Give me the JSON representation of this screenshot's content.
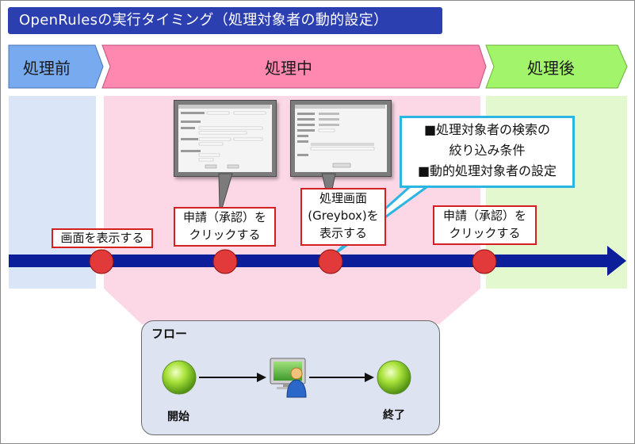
{
  "title": "OpenRulesの実行タイミング（処理対象者の動的設定）",
  "phases": {
    "before": "処理前",
    "during": "処理中",
    "after": "処理後"
  },
  "colors": {
    "title_bg": "#2b3fb0",
    "phase_before": "#78aaf0",
    "phase_during": "#ff88b0",
    "phase_after": "#a2f56a",
    "timeline": "#0d1e9a",
    "milestone": "#e23a3a",
    "callout_border": "#d42020",
    "info_border": "#2bb5e3"
  },
  "callouts": {
    "show_screen": "画面を表示する",
    "apply_click_1": [
      "申請（承認）を",
      "クリックする"
    ],
    "greybox": [
      "処理画面",
      "(Greybox)を",
      "表示する"
    ],
    "apply_click_2": [
      "申請（承認）を",
      "クリックする"
    ]
  },
  "info_box": {
    "lines": [
      "■処理対象者の検索の",
      "絞り込み条件",
      "■動的処理対象者の設定"
    ]
  },
  "flow": {
    "title": "フロー",
    "start_label": "開始",
    "end_label": "終了",
    "start_icon": "green-circle-icon",
    "task_icon": "user-terminal-icon",
    "end_icon": "green-circle-icon"
  }
}
